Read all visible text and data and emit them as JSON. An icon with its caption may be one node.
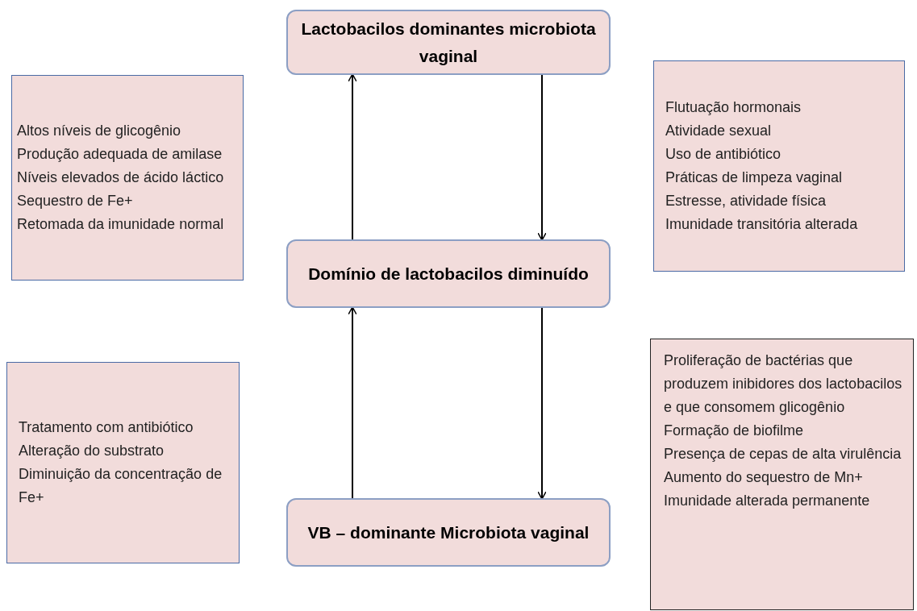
{
  "diagram": {
    "nodes": [
      {
        "text": [
          "Lactobacilos dominantes microbiota vaginal"
        ]
      },
      {
        "text": [
          "Altos níveis de glicogênio",
          "Produção adequada de amilase",
          "Níveis elevados de ácido láctico",
          "Sequestro de Fe+",
          "Retomada da imunidade normal"
        ]
      },
      {
        "text": [
          "Flutuação hormonais",
          "Atividade sexual",
          "Uso de antibiótico",
          "Práticas de limpeza vaginal",
          "Estresse, atividade física",
          "Imunidade transitória alterada"
        ]
      },
      {
        "text": [
          "Domínio de lactobacilos diminuído"
        ]
      },
      {
        "text": [
          "Tratamento com antibiótico",
          "Alteração do substrato",
          "Diminuição da concentração de Fe+"
        ]
      },
      {
        "text": [
          "Proliferação de bactérias que produzem inibidores dos lactobacilos e que consomem glicogênio",
          "Formação de biofilme",
          "Presença de cepas de alta virulência",
          "Aumento do sequestro de Mn+",
          "Imunidade alterada permanente"
        ]
      },
      {
        "text": [
          "VB – dominante Microbiota vaginal"
        ]
      }
    ],
    "edges": [
      {
        "from": 3,
        "to": 0,
        "arrow": "to"
      },
      {
        "from": 0,
        "to": 3,
        "arrow": "to"
      },
      {
        "from": 6,
        "to": 3,
        "arrow": "to"
      },
      {
        "from": 3,
        "to": 6,
        "arrow": "to"
      }
    ]
  }
}
